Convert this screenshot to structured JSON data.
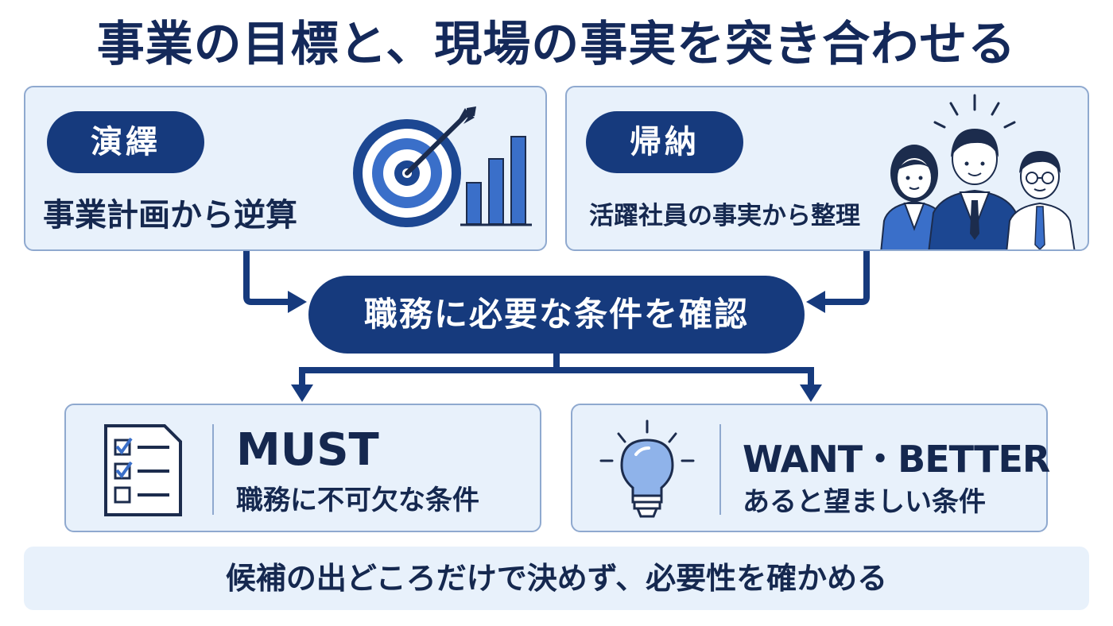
{
  "title": "事業の目標と、現場の事実を突き合わせる",
  "deductive": {
    "label": "演繹",
    "description": "事業計画から逆算",
    "icon": "target-chart-icon"
  },
  "inductive": {
    "label": "帰納",
    "description": "活躍社員の事実から整理",
    "icon": "people-icon"
  },
  "center": {
    "label": "職務に必要な条件を確認"
  },
  "must": {
    "heading": "MUST",
    "description": "職務に不可欠な条件",
    "icon": "checklist-icon"
  },
  "want": {
    "heading": "WANT・BETTER",
    "description": "あると望ましい条件",
    "icon": "lightbulb-icon"
  },
  "footer": {
    "text": "候補の出どころだけで決めず、必要性を確かめる"
  },
  "colors": {
    "navy": "#163a7d",
    "card_bg": "#e8f1fb",
    "card_border": "#8fa9cf",
    "accent_blue": "#3a6fc9"
  }
}
